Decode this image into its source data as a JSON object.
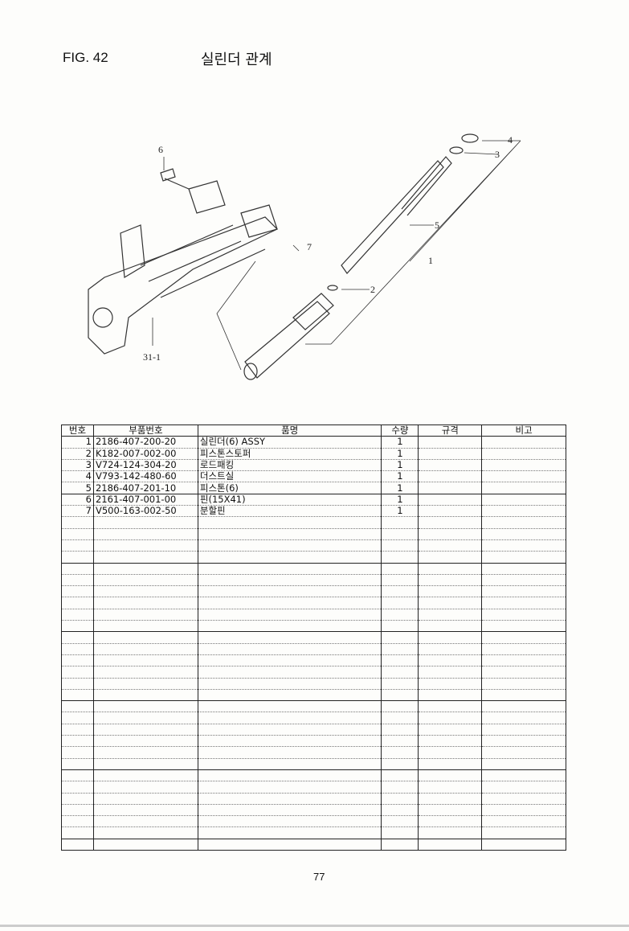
{
  "header": {
    "fig": "FIG. 42",
    "title": "실린더 관계"
  },
  "diagram": {
    "labels": [
      "6",
      "7",
      "31-1",
      "1",
      "2",
      "3",
      "4",
      "5"
    ]
  },
  "table": {
    "columns": [
      "번호",
      "부품번호",
      "품명",
      "수량",
      "규격",
      "비고"
    ],
    "rows": [
      {
        "no": "1",
        "part": "2186-407-200-20",
        "name": "실린더(6) ASSY",
        "qty": "1"
      },
      {
        "no": "2",
        "part": "K182-007-002-00",
        "name": "피스톤스토퍼",
        "qty": "1"
      },
      {
        "no": "3",
        "part": "V724-124-304-20",
        "name": "로드패킹",
        "qty": "1"
      },
      {
        "no": "4",
        "part": "V793-142-480-60",
        "name": "더스트실",
        "qty": "1"
      },
      {
        "no": "5",
        "part": "2186-407-201-10",
        "name": "피스톤(6)",
        "qty": "1"
      },
      {
        "no": "6",
        "part": "2161-407-001-00",
        "name": "핀(15X41)",
        "qty": "1"
      },
      {
        "no": "7",
        "part": "V500-163-002-50",
        "name": "분할핀",
        "qty": "1"
      }
    ]
  },
  "page_number": "77"
}
